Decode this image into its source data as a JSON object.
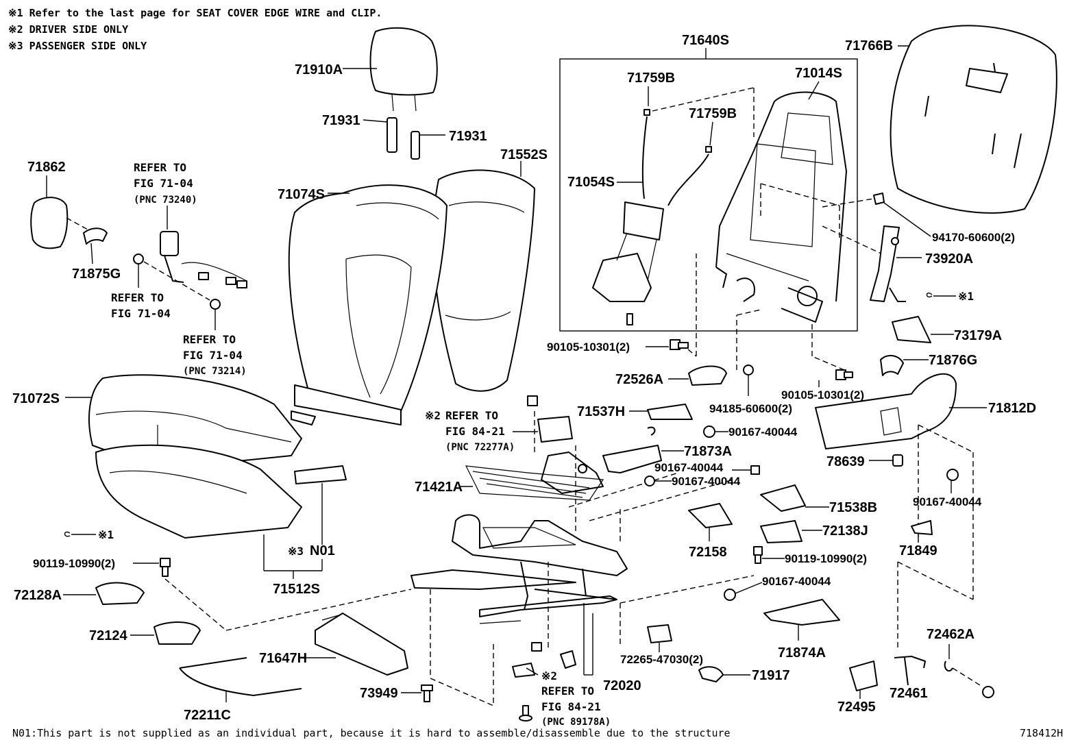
{
  "notes": [
    "※1  Refer to the last page for SEAT COVER EDGE WIRE and CLIP.",
    "※2  DRIVER SIDE ONLY",
    "※3  PASSENGER  SIDE ONLY"
  ],
  "parts": {
    "p71910A": "71910A",
    "p71931a": "71931",
    "p71931b": "71931",
    "p71862": "71862",
    "p71875G": "71875G",
    "p71074S": "71074S",
    "p71552S": "71552S",
    "p71640S": "71640S",
    "p71759Ba": "71759B",
    "p71759Bb": "71759B",
    "p71014S": "71014S",
    "p71054S": "71054S",
    "p71766B": "71766B",
    "p94170": "94170-60600(2)",
    "p73920A": "73920A",
    "p73179A": "73179A",
    "p71876G": "71876G",
    "p90105a": "90105-10301(2)",
    "p90105b": "90105-10301(2)",
    "p72526A": "72526A",
    "p94185": "94185-60600(2)",
    "p71072S": "71072S",
    "p71537H": "71537H",
    "p90167a": "90167-40044",
    "p71873A": "71873A",
    "p71812D": "71812D",
    "p78639": "78639",
    "p71421A": "71421A",
    "p90167b": "90167-40044",
    "p90167c": "90167-40044",
    "p90167d": "90167-40044",
    "p71538B": "71538B",
    "p72138J": "72138J",
    "p72158": "72158",
    "p71849": "71849",
    "p90119a": "90119-10990(2)",
    "p90119b": "90119-10990(2)",
    "pN01": "N01",
    "p71512S": "71512S",
    "p90167e": "90167-40044",
    "p72128A": "72128A",
    "p72124": "72124",
    "p71647H": "71647H",
    "p72265": "72265-47030(2)",
    "p71874A": "71874A",
    "p72462A": "72462A",
    "p72211C": "72211C",
    "p73949": "73949",
    "p72020": "72020",
    "p71917": "71917",
    "p72495": "72495",
    "p72461": "72461"
  },
  "refs": {
    "refer_to": "REFER TO",
    "fig_71_04": "FIG 71-04",
    "pnc_73240": "(PNC 73240)",
    "pnc_73214": "(PNC 73214)",
    "fig_84_21": "FIG 84-21",
    "pnc_72277A": "(PNC 72277A)",
    "pnc_89178A": "(PNC 89178A)",
    "mark1": "※1",
    "mark2": "※2",
    "mark3": "※3"
  },
  "footnote": "N01:This part is not supplied as an individual part, because it is hard to assemble/disassemble due to the structure",
  "figure_code": "718412H"
}
